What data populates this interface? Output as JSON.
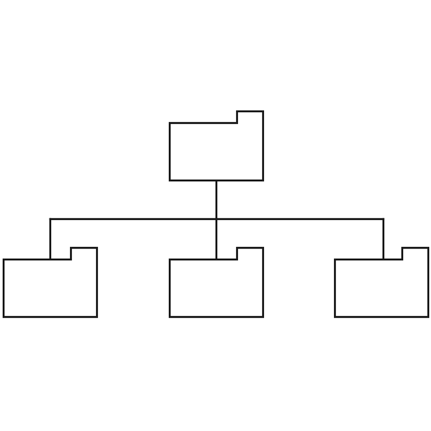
{
  "diagram": {
    "type": "folder-hierarchy",
    "colors": {
      "background": "#ffffff",
      "stroke": "#1a1a1a",
      "fill": "#ffffff"
    },
    "nodes": [
      {
        "id": "root",
        "icon": "folder-icon",
        "label": ""
      },
      {
        "id": "child-left",
        "icon": "folder-icon",
        "label": ""
      },
      {
        "id": "child-center",
        "icon": "folder-icon",
        "label": ""
      },
      {
        "id": "child-right",
        "icon": "folder-icon",
        "label": ""
      }
    ],
    "edges": [
      {
        "from": "root",
        "to": "child-left"
      },
      {
        "from": "root",
        "to": "child-center"
      },
      {
        "from": "root",
        "to": "child-right"
      }
    ]
  }
}
